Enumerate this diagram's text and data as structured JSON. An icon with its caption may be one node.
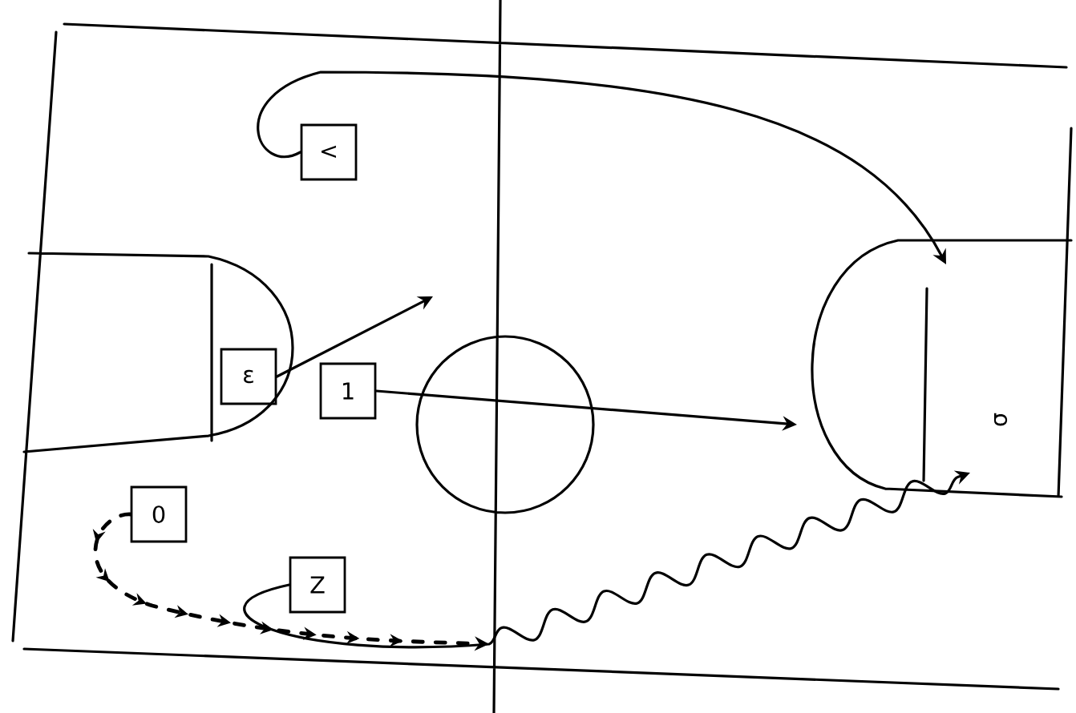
{
  "diagram": {
    "nodes": [
      {
        "text": [
          "<"
        ]
      },
      {
        "text": [
          "ε"
        ]
      },
      {
        "text": [
          "1"
        ]
      },
      {
        "text": [
          "0"
        ]
      },
      {
        "text": [
          "Z"
        ]
      }
    ],
    "edges": [
      {
        "from": 0,
        "to": null,
        "arrow": "to"
      },
      {
        "from": 1,
        "to": null,
        "arrow": "to"
      },
      {
        "from": 2,
        "to": null,
        "arrow": "to"
      },
      {
        "from": 3,
        "to": null,
        "arrow": "to",
        "style": "dashed"
      },
      {
        "from": 4,
        "to": null,
        "arrow": "to"
      }
    ],
    "labels": [
      "σ"
    ]
  }
}
